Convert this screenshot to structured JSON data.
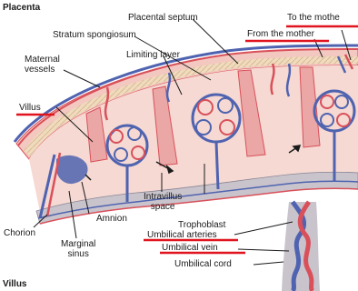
{
  "labels": {
    "placenta": "Placenta",
    "placental_septum": "Placental septum",
    "to_the_mother": "To the mothe",
    "stratum_spongiosum": "Stratum spongiosum",
    "from_the_mother": "From the mother",
    "maternal_vessels": "Maternal\nvessels",
    "limiting_layer": "Limiting layer",
    "villus": "Villus",
    "intravillus_space": "Intravillus\nspace",
    "amnion": "Amnion",
    "trophoblast": "Trophoblast",
    "chorion": "Chorion",
    "marginal_sinus": "Marginal\nsinus",
    "umbilical_arteries": "Umbilical arteries",
    "umbilical_vein": "Umbilical vein",
    "umbilical_cord": "Umbilical cord",
    "villus_footer": "Villus"
  },
  "colors": {
    "highlight_underline": "#e0141e",
    "artery_red": "#d9505a",
    "vein_blue": "#4f63b0",
    "tissue_pink": "#f2c2bc",
    "tissue_tan": "#eed8b8",
    "membrane_gray": "#c9c4cc"
  }
}
